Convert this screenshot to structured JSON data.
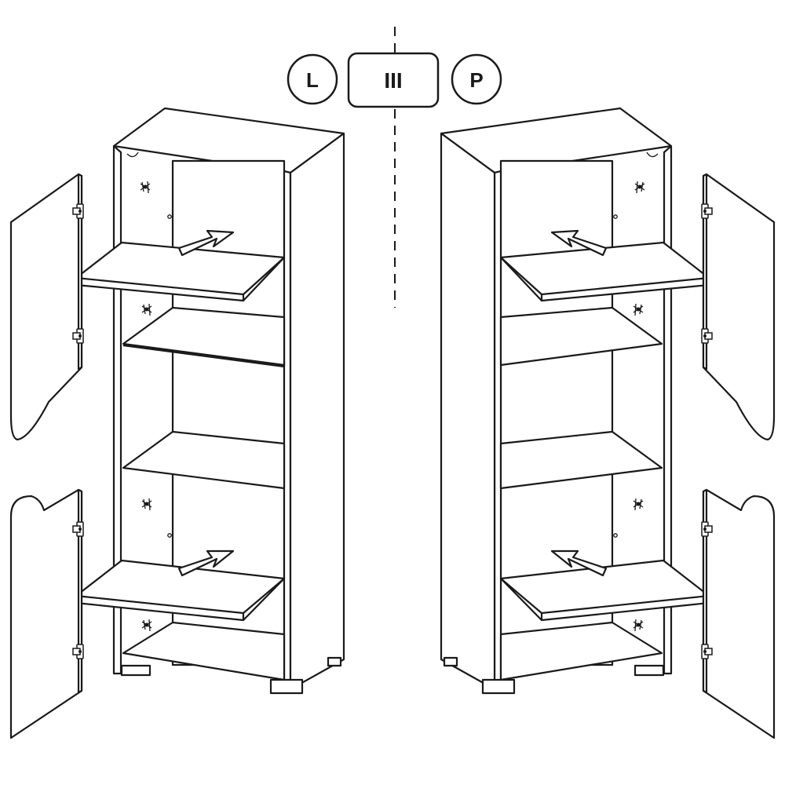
{
  "labels": {
    "left": "L",
    "center": "III",
    "right": "P"
  },
  "icons": {
    "hinge": "hinge-icon",
    "arrow": "insert-arrow-icon",
    "shelf_pin": "shelf-pin-icon"
  },
  "colors": {
    "line": "#1a1a1a",
    "background": "#ffffff"
  }
}
